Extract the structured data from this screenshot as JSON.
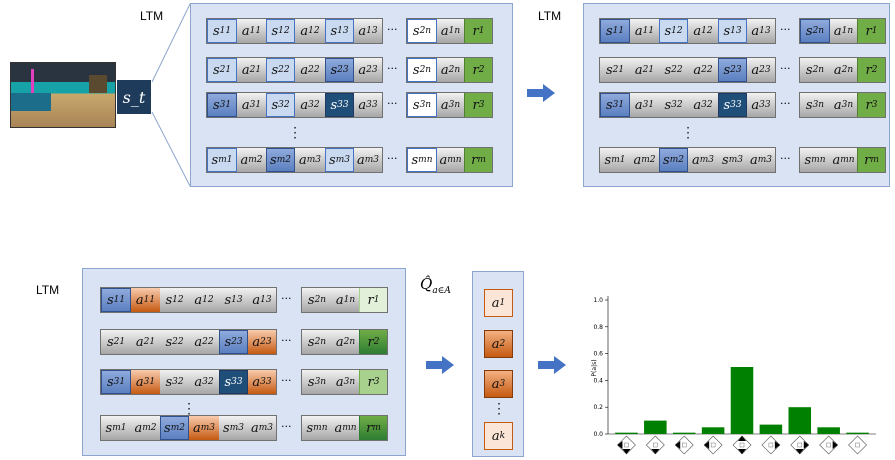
{
  "ltm_label": "LTM",
  "state_label": "s_t",
  "q_label": "Q̂",
  "q_sub": "a∈A",
  "ellipsis": "···",
  "vdots": "⋮",
  "colors": {
    "panel": "#dae3f3",
    "panel_border": "#8ea6cd",
    "green_reward": "#70ad47",
    "orange_action": "#c55a11",
    "dark_state": "#1f4e79",
    "arrow": "#4472c4",
    "bar": "#008000"
  },
  "top_left_rows": [
    {
      "cells": [
        [
          "s",
          "11"
        ],
        [
          "a",
          "11"
        ],
        [
          "s",
          "12"
        ],
        [
          "a",
          "12"
        ],
        [
          "s",
          "13"
        ],
        [
          "a",
          "13"
        ]
      ],
      "tail": [
        [
          "s",
          "2n"
        ],
        [
          "a",
          "1n"
        ]
      ],
      "r": [
        "r",
        "1"
      ]
    },
    {
      "cells": [
        [
          "s",
          "21"
        ],
        [
          "a",
          "21"
        ],
        [
          "s",
          "22"
        ],
        [
          "a",
          "22"
        ],
        [
          "s",
          "23"
        ],
        [
          "a",
          "23"
        ]
      ],
      "tail": [
        [
          "s",
          "2n"
        ],
        [
          "a",
          "2n"
        ]
      ],
      "r": [
        "r",
        "2"
      ]
    },
    {
      "cells": [
        [
          "s",
          "31"
        ],
        [
          "a",
          "31"
        ],
        [
          "s",
          "32"
        ],
        [
          "a",
          "32"
        ],
        [
          "s",
          "33"
        ],
        [
          "a",
          "33"
        ]
      ],
      "tail": [
        [
          "s",
          "3n"
        ],
        [
          "a",
          "3n"
        ]
      ],
      "r": [
        "r",
        "3"
      ]
    },
    {
      "cells": [
        [
          "s",
          "m1"
        ],
        [
          "a",
          "m2"
        ],
        [
          "s",
          "m2"
        ],
        [
          "a",
          "m3"
        ],
        [
          "s",
          "m3"
        ],
        [
          "a",
          "m3"
        ]
      ],
      "tail": [
        [
          "s",
          "mn"
        ],
        [
          "a",
          "mn"
        ]
      ],
      "r": [
        "r",
        "m"
      ]
    }
  ],
  "q_values": [
    [
      "a",
      "1"
    ],
    [
      "a",
      "2"
    ],
    [
      "a",
      "3"
    ],
    [
      "a",
      "k"
    ]
  ],
  "chart_data": {
    "type": "bar",
    "ylabel": "P(a|s)",
    "ylim": [
      0.0,
      1.0
    ],
    "yticks": [
      "0.0",
      "0.2",
      "0.4",
      "0.6",
      "0.8",
      "1.0"
    ],
    "values": [
      0.01,
      0.1,
      0.01,
      0.05,
      0.5,
      0.07,
      0.2,
      0.05,
      0.01
    ],
    "categories_icons": [
      "turn-left-back-arrow-icon",
      "move-back-arrow-icon",
      "turn-left-arrow-icon",
      "strafe-left-arrow-icon",
      "move-forward-arrow-icon",
      "strafe-right-arrow-icon",
      "forward-right-arrow-icon",
      "turn-right-arrow-icon",
      "no-op-diamond-icon"
    ]
  }
}
